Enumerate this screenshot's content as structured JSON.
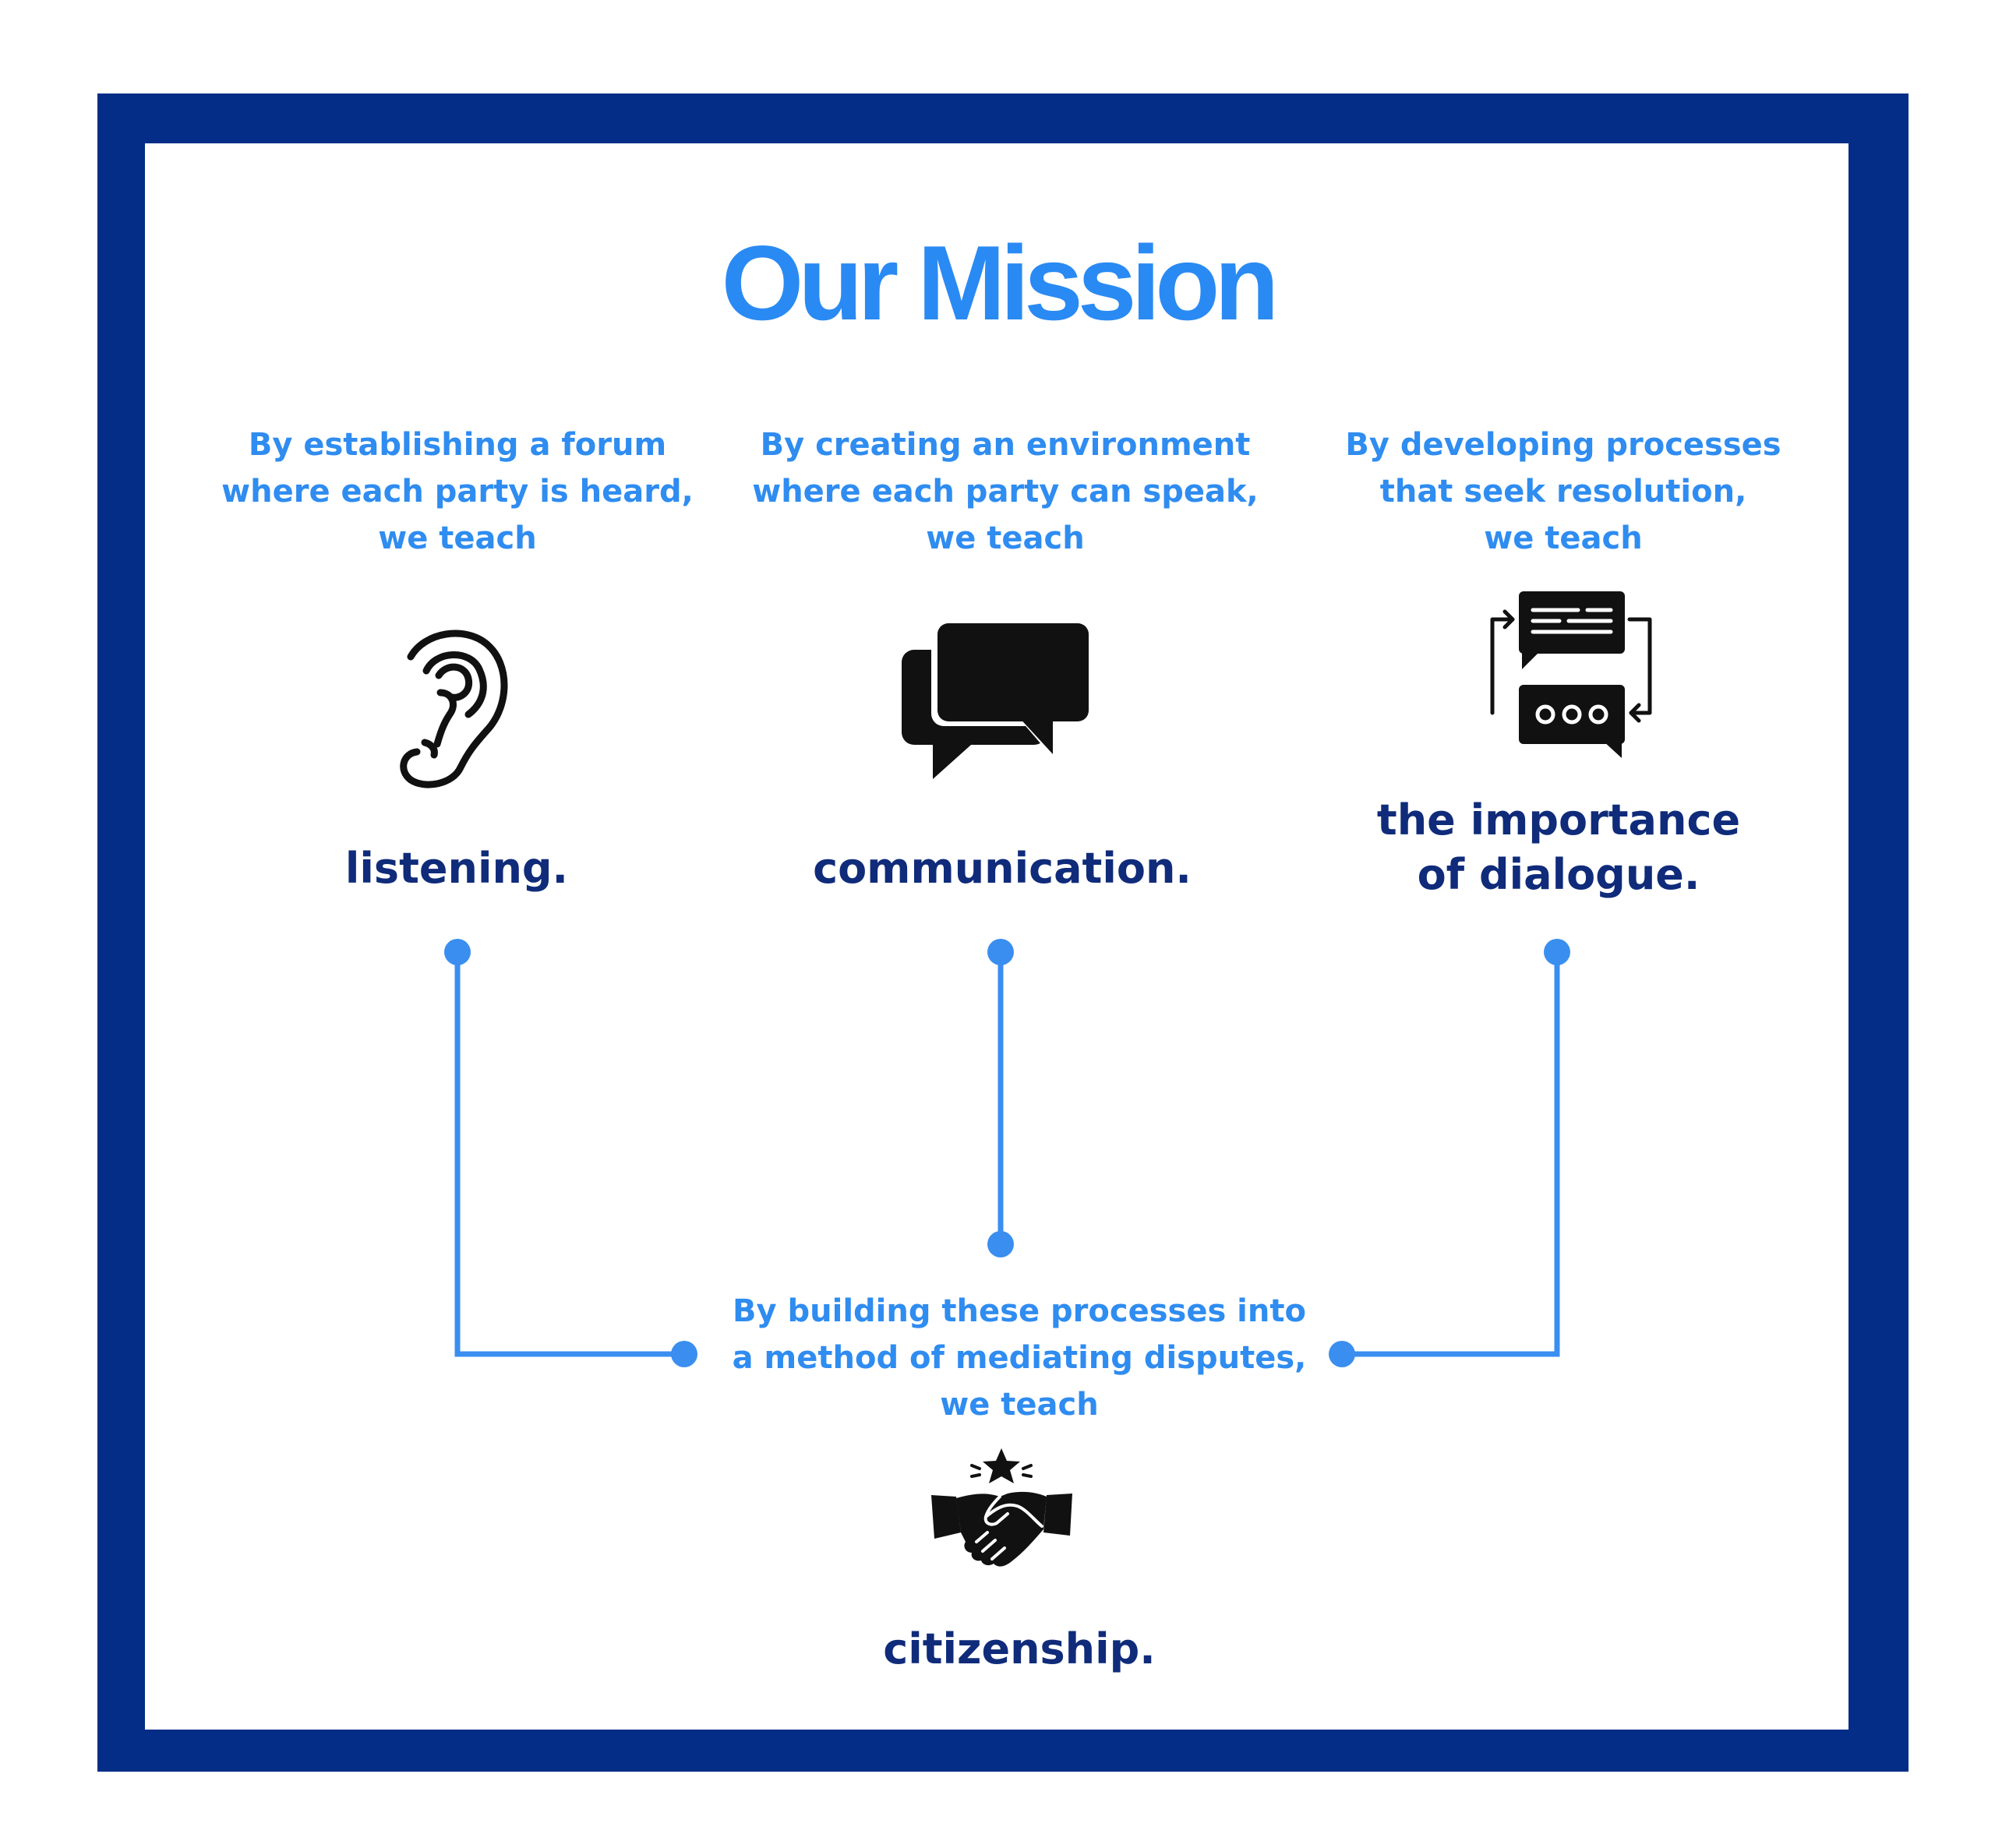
{
  "title": "Our Mission",
  "columns": [
    {
      "intro_lines": [
        "By establishing a forum",
        "where each party is heard,",
        "we teach"
      ],
      "keyword_lines": [
        "listening."
      ],
      "icon": "ear-icon"
    },
    {
      "intro_lines": [
        "By creating an environment",
        "where each party can speak,",
        "we teach"
      ],
      "keyword_lines": [
        "communication."
      ],
      "icon": "speech-bubbles-icon"
    },
    {
      "intro_lines": [
        "By developing processes",
        "that seek resolution,",
        "we teach"
      ],
      "keyword_lines": [
        "the importance",
        "of dialogue."
      ],
      "icon": "dialogue-exchange-icon"
    }
  ],
  "bottom": {
    "intro_lines": [
      "By building these processes into",
      "a method of mediating disputes,",
      "we teach"
    ],
    "keyword_lines": [
      "citizenship."
    ],
    "icon": "handshake-star-icon"
  },
  "colors": {
    "frame": "#032d87",
    "title": "#2a8af3",
    "intro_text": "#2f8cf0",
    "keyword_text": "#0f2b7a",
    "connector": "#3a8ef0",
    "icon": "#111111"
  }
}
